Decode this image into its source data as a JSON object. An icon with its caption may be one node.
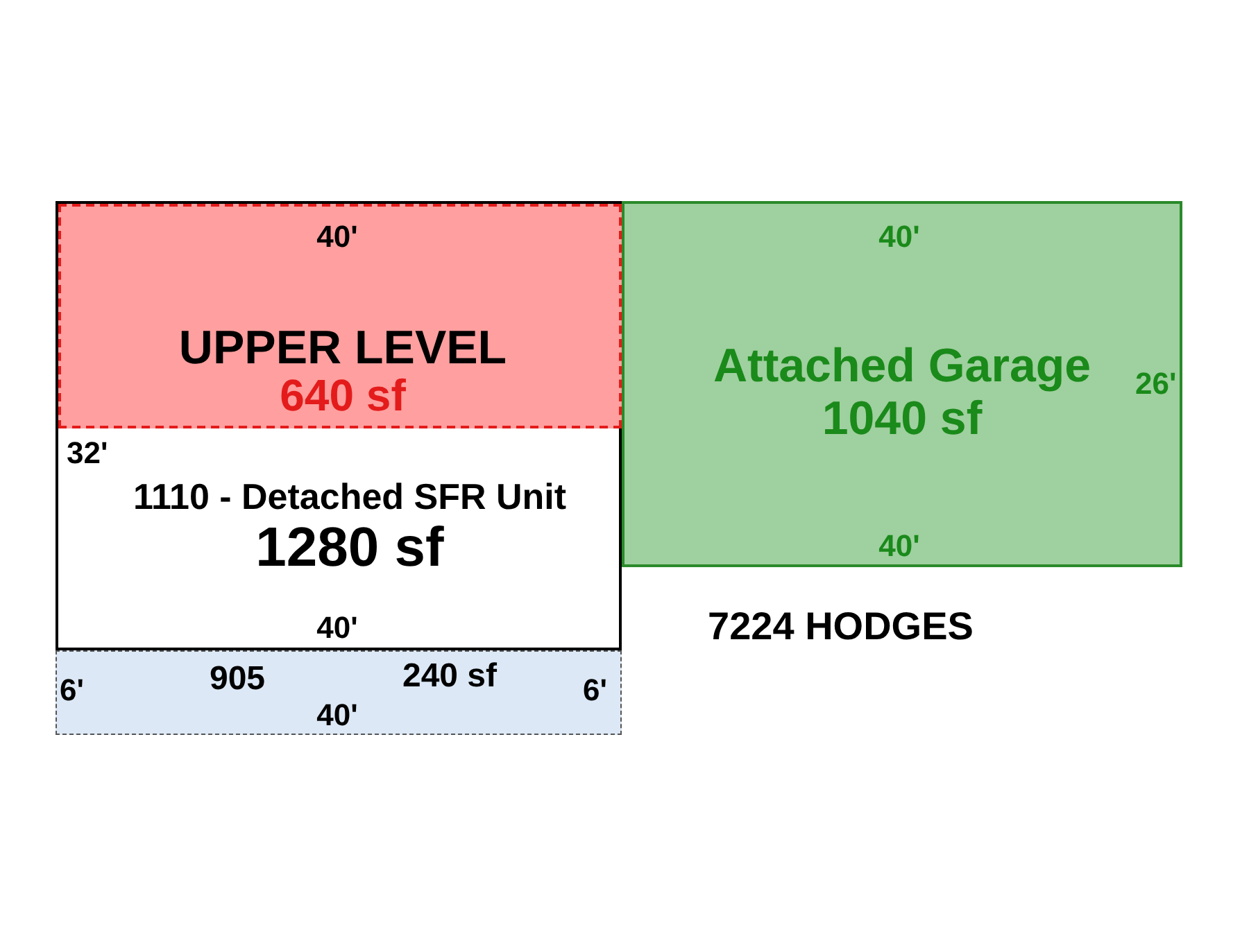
{
  "diagram": {
    "nodes": [
      {
        "text": [
          "1110 - Detached SFR Unit",
          "1280 sf"
        ]
      },
      {
        "text": [
          "UPPER LEVEL",
          "640 sf"
        ],
        "in": 0
      },
      {
        "text": [
          "Attached Garage",
          "1040 sf"
        ]
      },
      {
        "text": [
          "905",
          "240 sf"
        ]
      }
    ],
    "labels": [
      "40'",
      "40'",
      "26'",
      "32'",
      "40'",
      "40'",
      "7224 HODGES",
      "6'",
      "6'",
      "40'"
    ]
  }
}
